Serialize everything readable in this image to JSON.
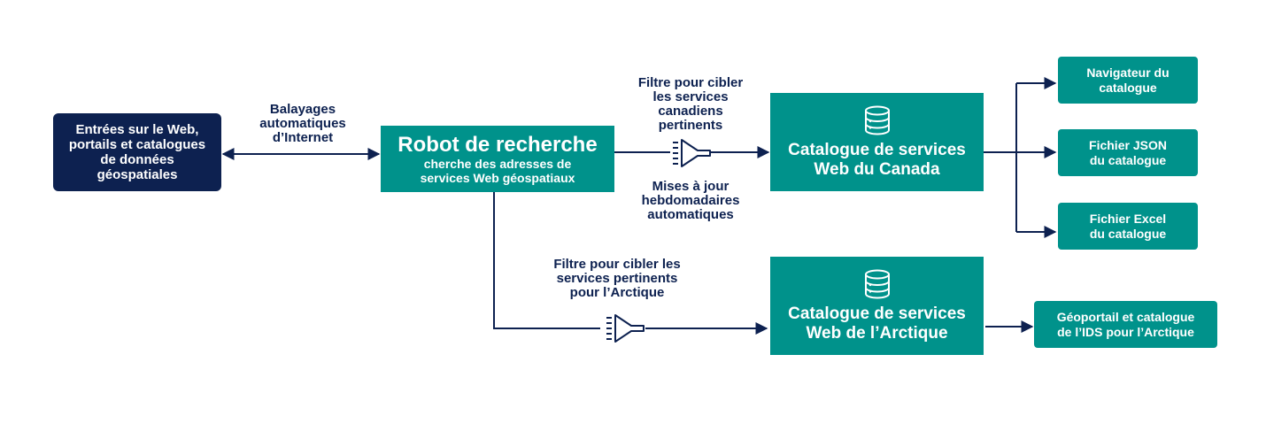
{
  "nodes": {
    "source": {
      "lines": [
        "Entrées sur le Web,",
        "portails et catalogues",
        "de données",
        "géospatiales"
      ]
    },
    "robot": {
      "title": "Robot de recherche",
      "subtitle_lines": [
        "cherche des adresses de",
        "services Web géospatiaux"
      ]
    },
    "canada_catalogue": {
      "lines": [
        "Catalogue de services",
        "Web du Canada"
      ],
      "icon": "database-icon"
    },
    "arctic_catalogue": {
      "lines": [
        "Catalogue de services",
        "Web de l’Arctique"
      ],
      "icon": "database-icon"
    },
    "navigator": {
      "lines": [
        "Navigateur du",
        "catalogue"
      ]
    },
    "json_file": {
      "lines": [
        "Fichier JSON",
        "du catalogue"
      ]
    },
    "excel_file": {
      "lines": [
        "Fichier Excel",
        "du catalogue"
      ]
    },
    "geoportal": {
      "lines": [
        "Géoportail et catalogue",
        "de l’IDS pour l’Arctique"
      ]
    }
  },
  "labels": {
    "scans": [
      "Balayages",
      "automatiques",
      "d’Internet"
    ],
    "canada_filter": [
      "Filtre pour cibler",
      "les services",
      "canadiens",
      "pertinents"
    ],
    "weekly_updates": [
      "Mises à jour",
      "hebdomadaires",
      "automatiques"
    ],
    "arctic_filter": [
      "Filtre pour cibler les",
      "services pertinents",
      "pour l’Arctique"
    ]
  },
  "icons": {
    "filter": "funnel-filter-icon",
    "catalogue": "database-icon"
  },
  "colors": {
    "navy": "#0d2150",
    "teal": "#00928b",
    "line": "#0d2150"
  }
}
